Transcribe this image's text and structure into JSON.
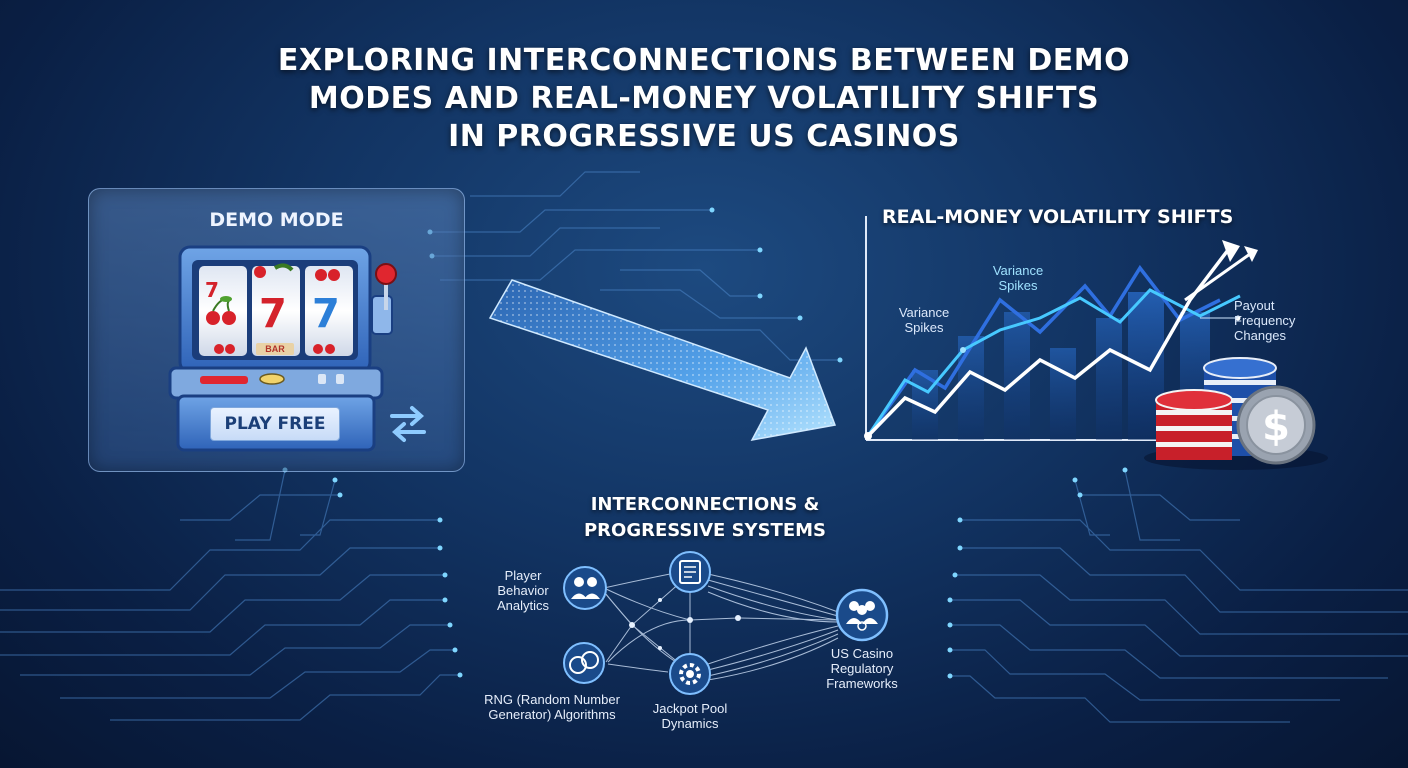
{
  "title": {
    "line1": "EXPLORING INTERCONNECTIONS BETWEEN DEMO",
    "line2": "MODES AND REAL-MONEY VOLATILITY SHIFTS",
    "line3": "IN PROGRESSIVE US CASINOS"
  },
  "demo": {
    "heading": "DEMO MODE",
    "play_button": "PLAY FREE",
    "reel_sevens": [
      "7",
      "7",
      "7"
    ],
    "reel_label": "BAR",
    "icons": [
      "slot-machine-icon",
      "cherry-icon",
      "swap-arrows-icon"
    ]
  },
  "volatility": {
    "heading": "REAL-MONEY VOLATILITY SHIFTS",
    "annotations": {
      "spike_top": [
        "Variance",
        "Spikes"
      ],
      "spike_left": [
        "Variance",
        "Spikes"
      ],
      "payout": [
        "Payout",
        "Frequency",
        "Changes"
      ]
    },
    "icons": [
      "line-graph-icon",
      "poker-chips-icon",
      "dollar-coin-icon"
    ]
  },
  "network": {
    "heading_line1": "INTERCONNECTIONS &",
    "heading_line2": "PROGRESSIVE SYSTEMS",
    "nodes": {
      "player": [
        "Player",
        "Behavior",
        "Analytics"
      ],
      "rng": [
        "RNG (Random Number",
        "Generator) Algorithms"
      ],
      "jackpot": [
        "Jackpot Pool",
        "Dynamics"
      ],
      "regulatory": [
        "US Casino",
        "Regulatory",
        "Frameworks"
      ]
    },
    "icons": [
      "users-icon",
      "document-icon",
      "coins-icon",
      "gear-icon",
      "people-group-icon"
    ]
  },
  "colors": {
    "accent_cyan": "#39c8ff",
    "background_dark": "#0a1f44",
    "chip_red": "#c8202a",
    "chip_blue": "#1e4fa8"
  }
}
